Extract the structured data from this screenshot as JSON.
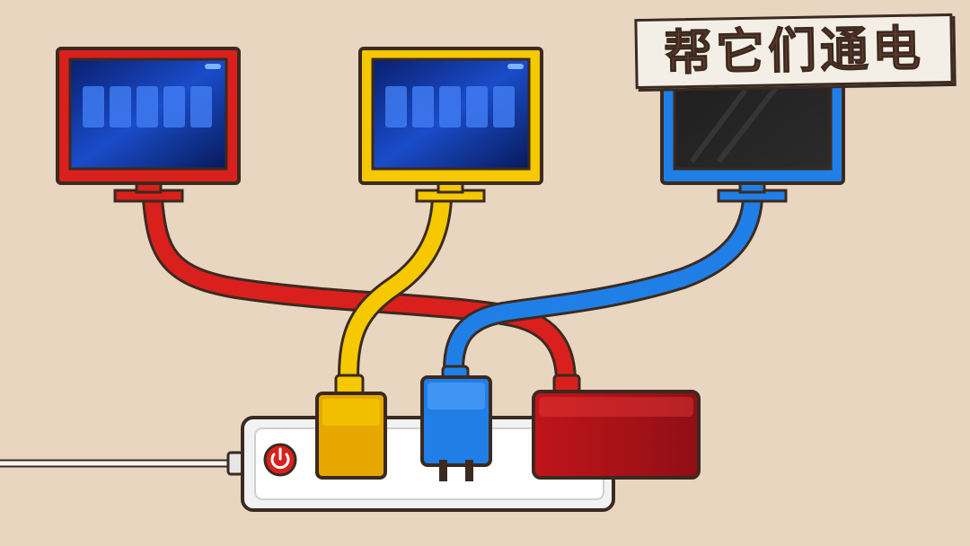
{
  "title": "帮它们通电",
  "colors": {
    "background": "#e8d6c1",
    "red": "#d9201c",
    "yellow": "#f5c800",
    "blue": "#1f7fe6",
    "outline": "#3b2a20",
    "strip": "#f2f2f2"
  },
  "monitors": [
    {
      "color": "red",
      "screen": "on"
    },
    {
      "color": "yellow",
      "screen": "on"
    },
    {
      "color": "blue",
      "screen": "off"
    }
  ],
  "plugs": [
    {
      "color": "yellow"
    },
    {
      "color": "blue"
    },
    {
      "color": "red"
    }
  ],
  "power_button_icon": "power-icon"
}
